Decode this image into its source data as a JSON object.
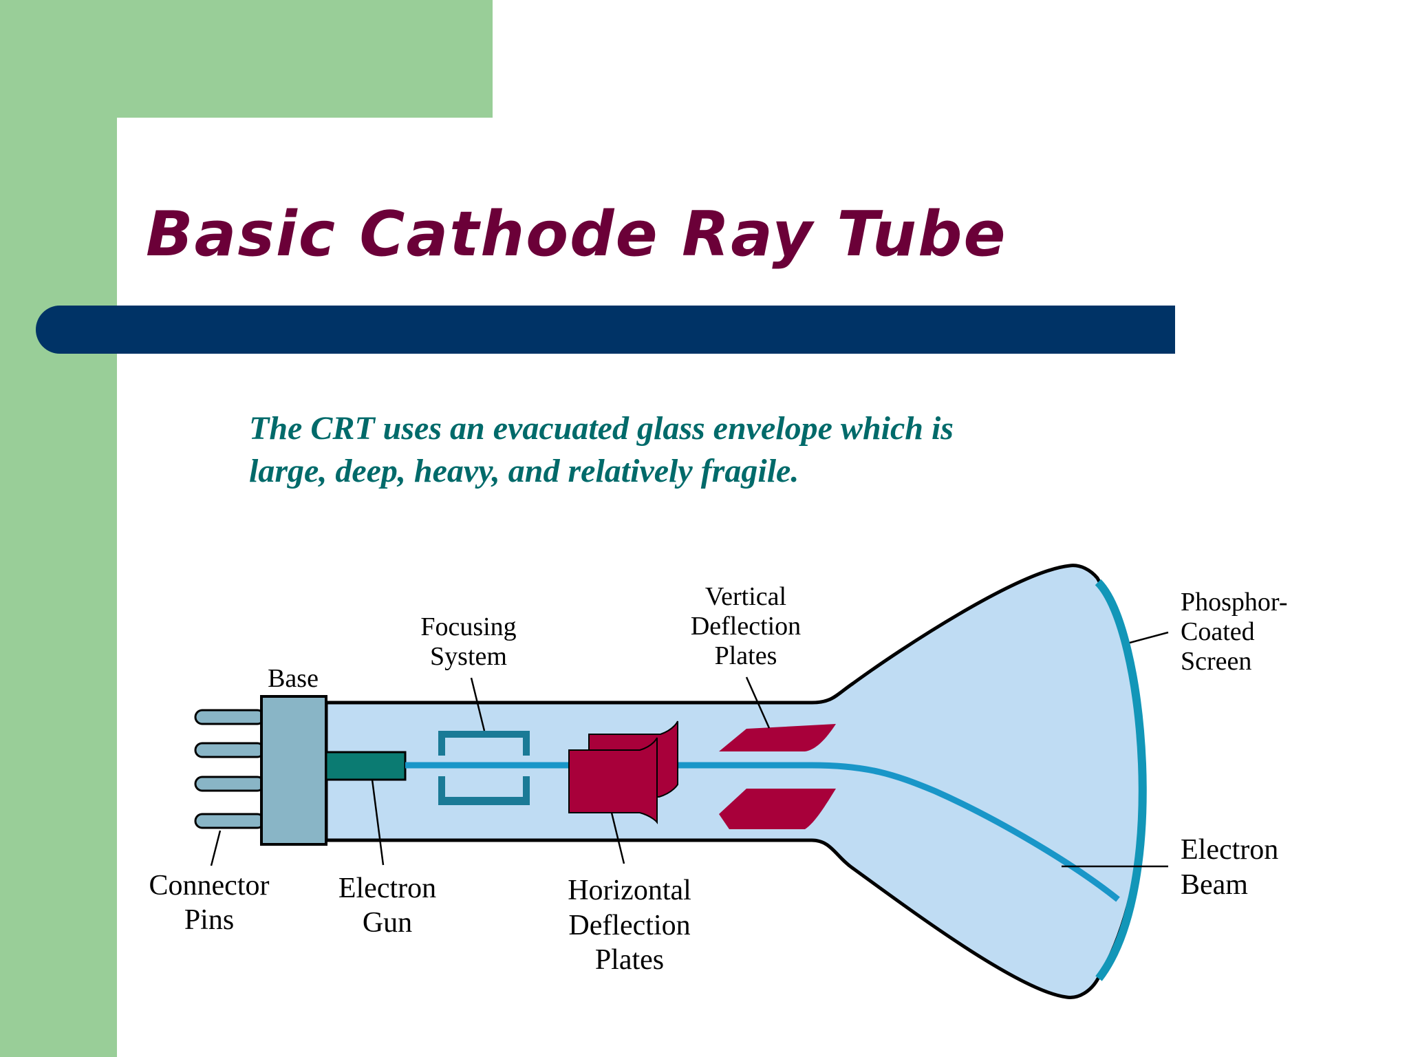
{
  "slide": {
    "title": "Basic Cathode Ray Tube",
    "subtitle_lines": [
      "The CRT uses an evacuated glass envelope which is",
      "large, deep, heavy, and relatively fragile."
    ]
  },
  "diagram": {
    "labels": {
      "base": "Base",
      "focusing_1": "Focusing",
      "focusing_2": "System",
      "vertical_1": "Vertical",
      "vertical_2": "Deflection",
      "vertical_3": "Plates",
      "phosphor_1": "Phosphor-",
      "phosphor_2": "Coated",
      "phosphor_3": "Screen",
      "connector_1": "Connector",
      "connector_2": "Pins",
      "gun_1": "Electron",
      "gun_2": "Gun",
      "horizontal_1": "Horizontal",
      "horizontal_2": "Deflection",
      "horizontal_3": "Plates",
      "beam_1": "Electron",
      "beam_2": "Beam"
    },
    "colors": {
      "glass": "#bfdcf3",
      "base": "#89b5c6",
      "gun": "#0b7b72",
      "focusing": "#1a7a96",
      "plates": "#a8003a",
      "beam": "#1996c8",
      "screen": "#1296b8",
      "outline": "#000000"
    }
  },
  "colors": {
    "green_accent": "#99ce98",
    "title": "#6b0038",
    "bar": "#003366",
    "subtitle": "#006a6a"
  }
}
